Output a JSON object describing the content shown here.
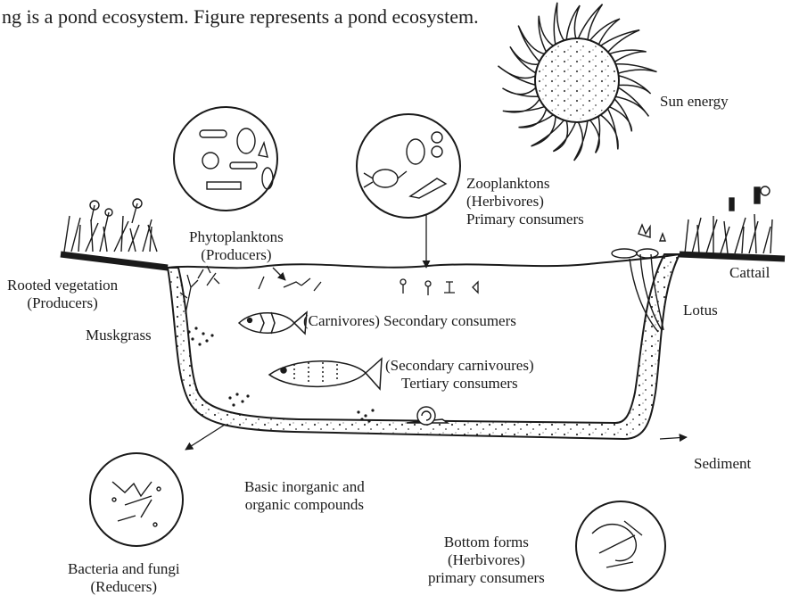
{
  "header": {
    "text": "ng is a pond ecosystem. Figure represents a pond ecosystem."
  },
  "labels": {
    "sun": "Sun energy",
    "zooplanktons": [
      "Zooplanktons",
      "(Herbivores)",
      "Primary consumers"
    ],
    "phytoplanktons": [
      "Phytoplanktons",
      "(Producers)"
    ],
    "rooted_vegetation": [
      "Rooted vegetation",
      "(Producers)"
    ],
    "cattail": "Cattail",
    "lotus": "Lotus",
    "muskgrass": "Muskgrass",
    "carnivores": "(Carnivores) Secondary consumers",
    "secondary_carnivores": [
      "(Secondary carnivoures)",
      "Tertiary consumers"
    ],
    "sediment": "Sediment",
    "basic_compounds": [
      "Basic inorganic and",
      "organic compounds"
    ],
    "bacteria": [
      "Bacteria and fungi",
      "(Reducers)"
    ],
    "bottom_forms": [
      "Bottom forms",
      "(Herbivores)",
      "primary consumers"
    ]
  },
  "colors": {
    "ink": "#1a1a1a",
    "background": "#ffffff"
  }
}
